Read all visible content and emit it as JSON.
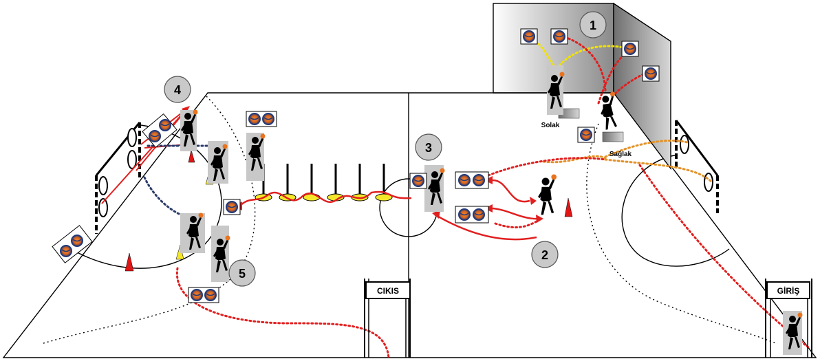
{
  "stations": [
    "1",
    "2",
    "3",
    "4",
    "5"
  ],
  "labels": {
    "exit": "CIKIS",
    "entry": "GİRİŞ",
    "left_handed": "Solak",
    "right_handed": "Sağlak"
  },
  "colors": {
    "line": "#000000",
    "red_path": "#e11f1f",
    "yellow_path": "#f2e200",
    "orange_path": "#e3922a",
    "navy_path": "#2a3a6a",
    "station_badge": "#c9c9c9",
    "cone_red": "#e01515",
    "cone_yellow": "#f4e72a",
    "ball_orange": "#e9731f",
    "ball_navy": "#233a78"
  }
}
